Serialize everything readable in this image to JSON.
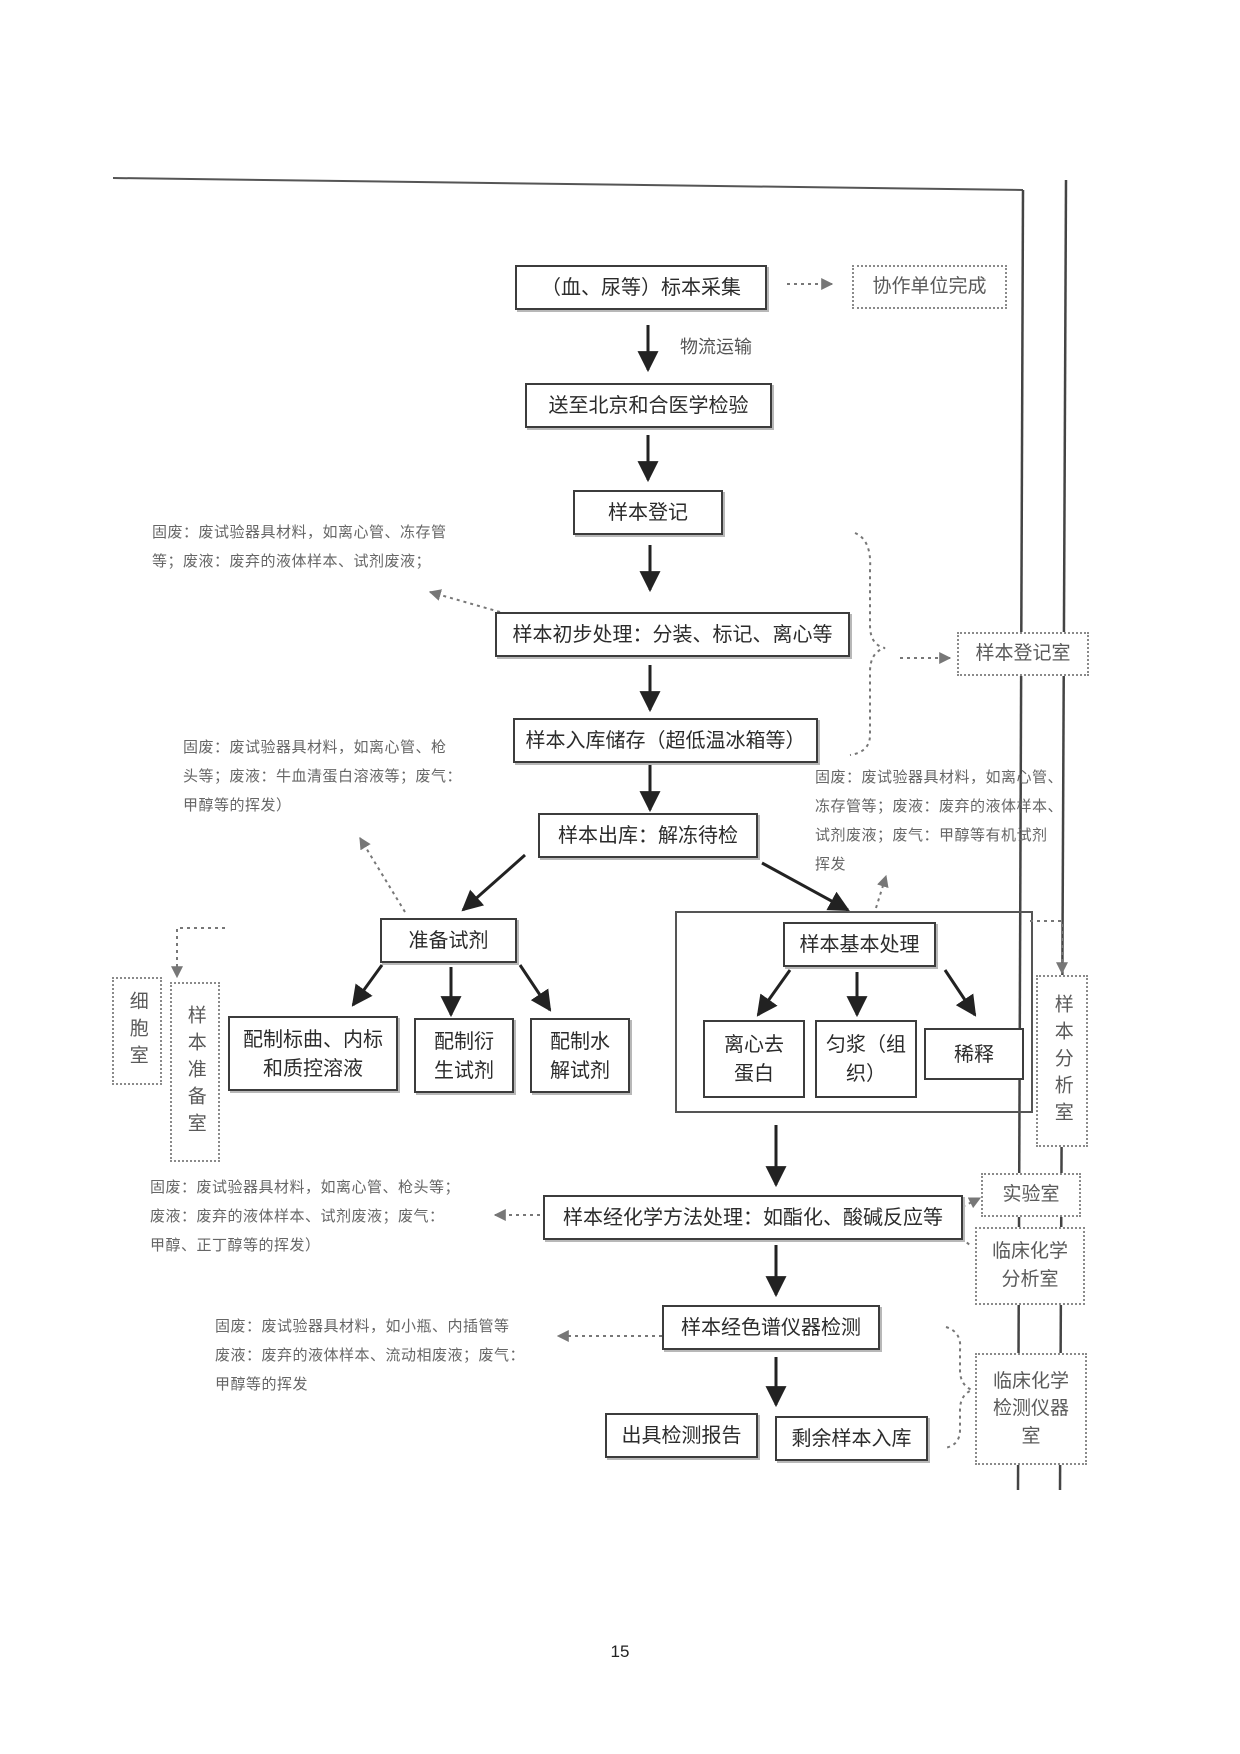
{
  "page": {
    "number": "15"
  },
  "steps": {
    "collect": "（血、尿等）标本采集",
    "send": "送至北京和合医学检验",
    "register": "样本登记",
    "initial": "样本初步处理：分装、标记、离心等",
    "store": "样本入库储存（超低温冰箱等）",
    "outbound": "样本出库：解冻待检",
    "reagent": "准备试剂",
    "basic": "样本基本处理",
    "prep1": "配制标曲、内标\n和质控溶液",
    "prep2": "配制衍\n生试剂",
    "prep3": "配制水\n解试剂",
    "proc1": "离心去\n蛋白",
    "proc2": "匀浆（组\n织）",
    "proc3": "稀释",
    "chem": "样本经化学方法处理：如酯化、酸碱反应等",
    "chrom": "样本经色谱仪器检测",
    "report": "出具检测报告",
    "remain": "剩余样本入库"
  },
  "labels": {
    "logistics": "物流运输"
  },
  "rooms": {
    "partner": "协作单位完成",
    "registry": "样本登记室",
    "cell": "细胞室",
    "sample_prep": "样本准备室",
    "analysis": "样本分析室",
    "lab": "实验室",
    "clinical_chem": "临床化学\n分析室",
    "clinical_instr": "临床化学\n检测仪器\n室"
  },
  "notes": {
    "n1": "固废：废试验器具材料，如离心管、冻存管\n等；废液：废弃的液体样本、试剂废液；",
    "n2": "固废：废试验器具材料，如离心管、枪\n头等；废液：牛血清蛋白溶液等；废气：\n甲醇等的挥发）",
    "n3": "固废：废试验器具材料，如离心管、\n冻存管等；废液：废弃的液体样本、\n试剂废液；废气：甲醇等有机试剂\n挥发",
    "n4": "固废：废试验器具材料，如离心管、枪头等；\n废液：废弃的液体样本、试剂废液；废气：\n甲醇、正丁醇等的挥发）",
    "n5": "固废：废试验器具材料，如小瓶、内插管等\n废液：废弃的液体样本、流动相废液；废气：\n甲醇等的挥发"
  }
}
